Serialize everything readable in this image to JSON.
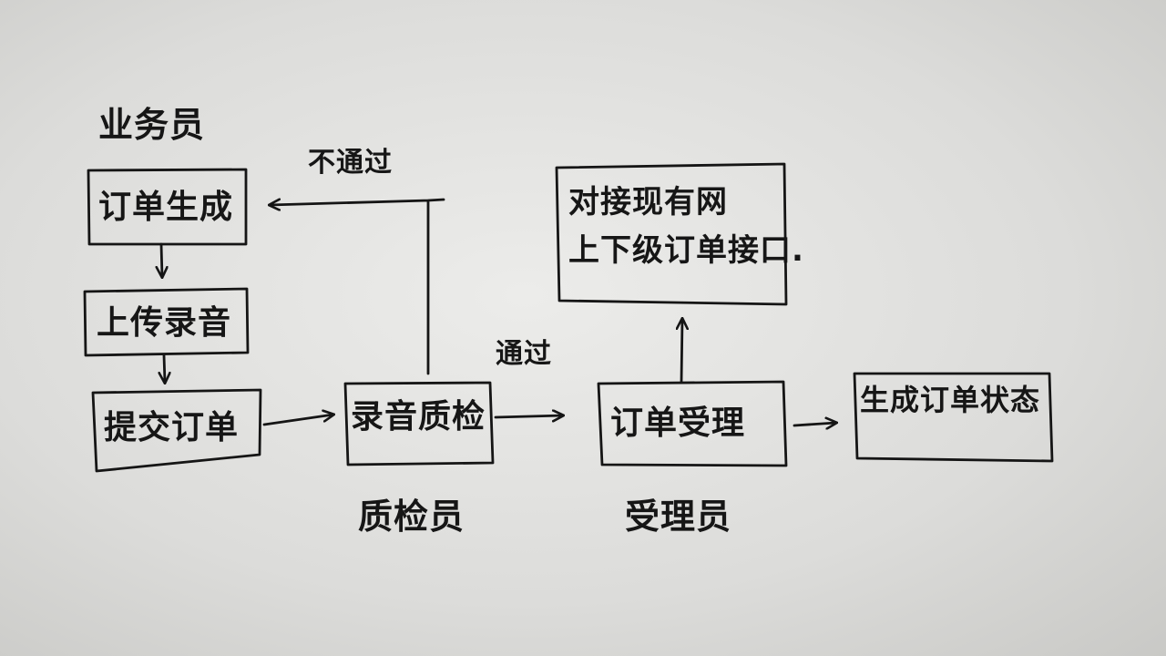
{
  "diagram": {
    "roles": {
      "business": "业务员",
      "qc": "质检员",
      "acceptance": "受理员"
    },
    "nodes": {
      "order_generate": "订单生成",
      "upload_recording": "上传录音",
      "submit_order": "提交订单",
      "recording_qc": "录音质检",
      "order_accept": "订单受理",
      "generate_status": "生成订单状态",
      "interface": "对接现有网\n上下级订单接口."
    },
    "edges": {
      "fail_label": "不通过",
      "pass_label": "通过"
    }
  }
}
